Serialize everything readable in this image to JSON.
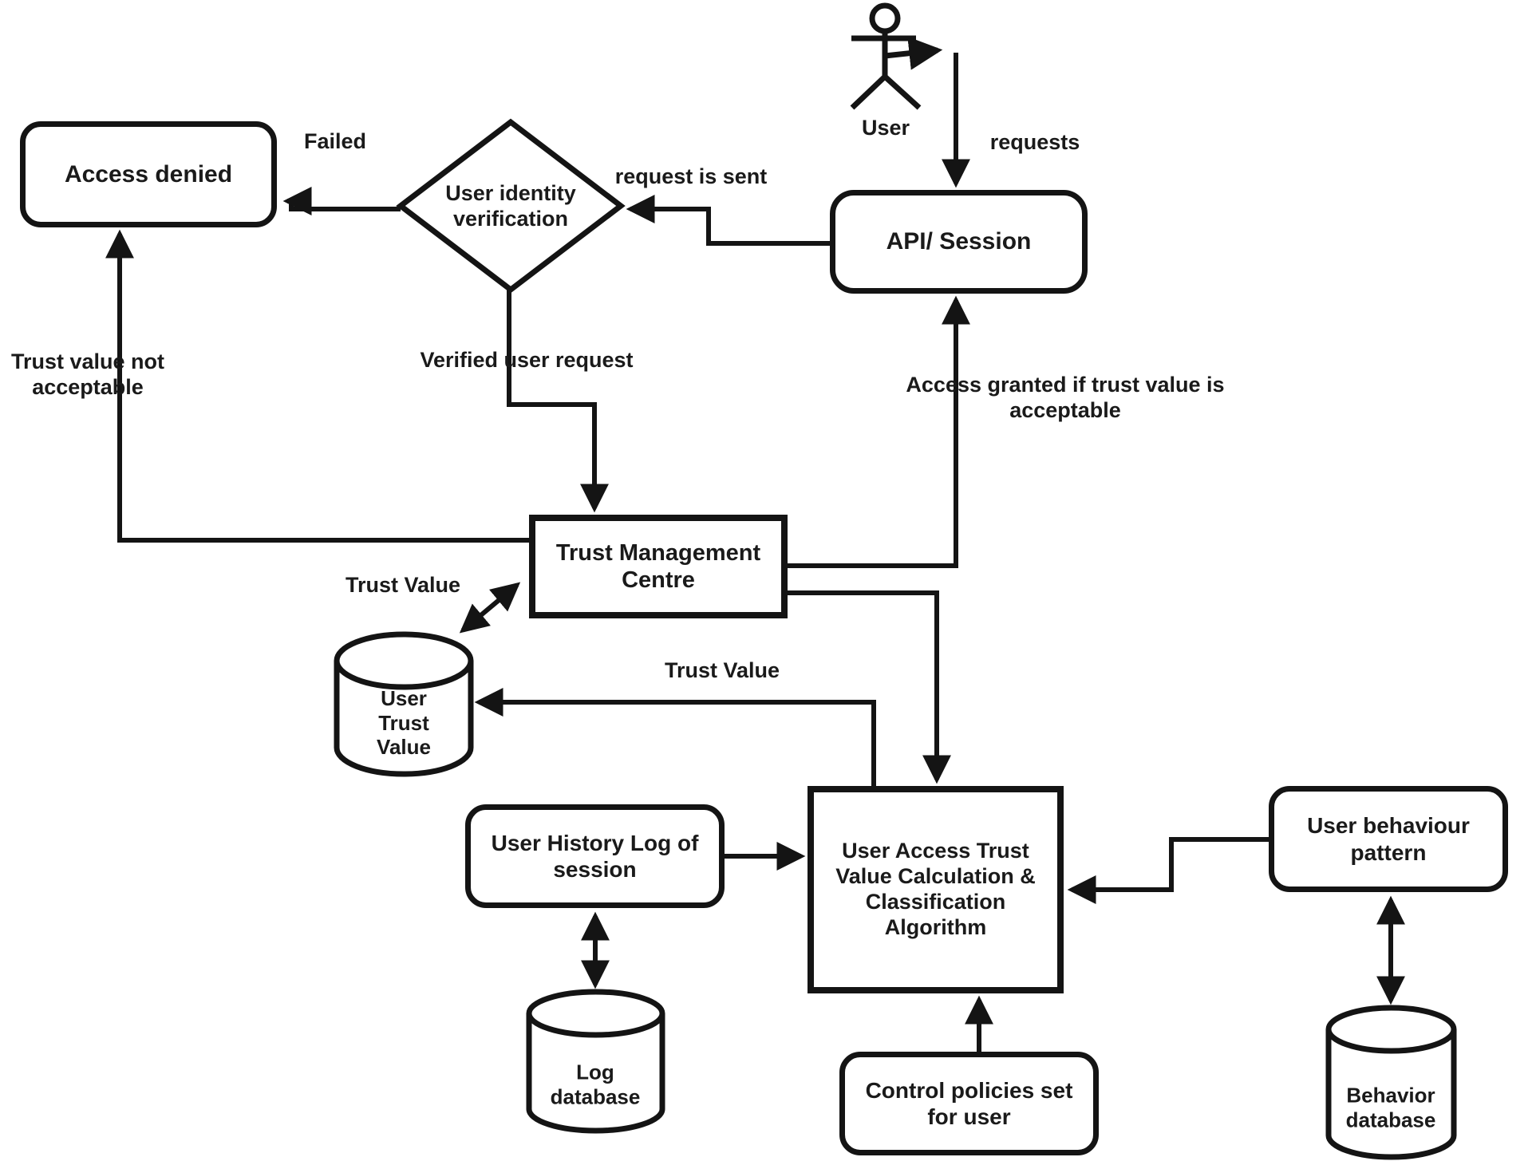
{
  "diagram": {
    "title_hint": "Trust based access control flow diagram",
    "colors": {
      "line": "#141414",
      "background": "#ffffff"
    },
    "actor": {
      "label": "User"
    },
    "nodes": {
      "access_denied": {
        "label": "Access denied",
        "shape": "rounded-rect"
      },
      "identity_verification": {
        "label": "User identity\nverification",
        "shape": "diamond"
      },
      "api_session": {
        "label": "API/ Session",
        "shape": "rounded-rect"
      },
      "tmc": {
        "label": "Trust Management\nCentre",
        "shape": "rect"
      },
      "user_trust_value_db": {
        "label": "User\nTrust\nValue",
        "shape": "cylinder"
      },
      "algorithm": {
        "label": "User Access Trust\nValue Calculation &\nClassification\nAlgorithm",
        "shape": "rect"
      },
      "history_log": {
        "label": "User History Log of\nsession",
        "shape": "rounded-rect"
      },
      "log_db": {
        "label": "Log\ndatabase",
        "shape": "cylinder"
      },
      "control_policies": {
        "label": "Control policies set\nfor user",
        "shape": "rounded-rect"
      },
      "behaviour_pattern": {
        "label": "User behaviour\npattern",
        "shape": "rounded-rect"
      },
      "behavior_db": {
        "label": "Behavior\ndatabase",
        "shape": "cylinder"
      }
    },
    "edge_labels": {
      "requests": "requests",
      "request_is_sent": "request is sent",
      "failed": "Failed",
      "verified_user_request": "Verified user request",
      "trust_value_not_acceptable": "Trust value not\nacceptable",
      "access_granted": "Access granted if trust value is\nacceptable",
      "trust_value_tmc": "Trust Value",
      "trust_value_algo": "Trust Value"
    }
  }
}
